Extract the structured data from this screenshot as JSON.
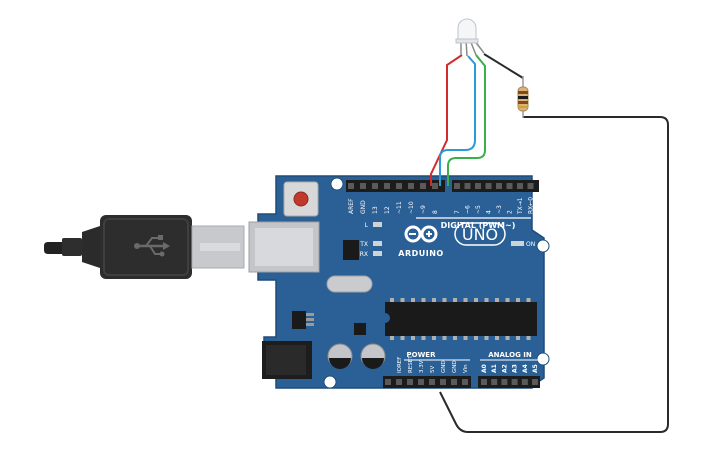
{
  "board": {
    "brand": "ARDUINO",
    "model": "UNO",
    "digital_header": "DIGITAL (PWM~)",
    "power_header": "POWER",
    "analog_header": "ANALOG IN",
    "led_l": "L",
    "led_tx": "TX",
    "led_rx": "RX",
    "led_on": "ON",
    "digital_pins": [
      "AREF",
      "GND",
      "13",
      "12",
      "~11",
      "~10",
      "~9",
      "8",
      "7",
      "~6",
      "~5",
      "4",
      "~3",
      "2",
      "TX→1",
      "RX←0"
    ],
    "power_pins": [
      "IOREF",
      "RESET",
      "3.3V",
      "5V",
      "GND",
      "GND",
      "Vin"
    ],
    "analog_pins": [
      "A0",
      "A1",
      "A2",
      "A3",
      "A4",
      "A5"
    ]
  },
  "colors": {
    "board": "#2a6096",
    "board_edge": "#1f4c78",
    "wire_red": "#d42a2a",
    "wire_blue": "#2b9ad6",
    "wire_green": "#3ab04a",
    "wire_black": "#2a2a2a"
  },
  "components": [
    "usb-cable",
    "rgb-led",
    "resistor",
    "arduino-uno"
  ]
}
